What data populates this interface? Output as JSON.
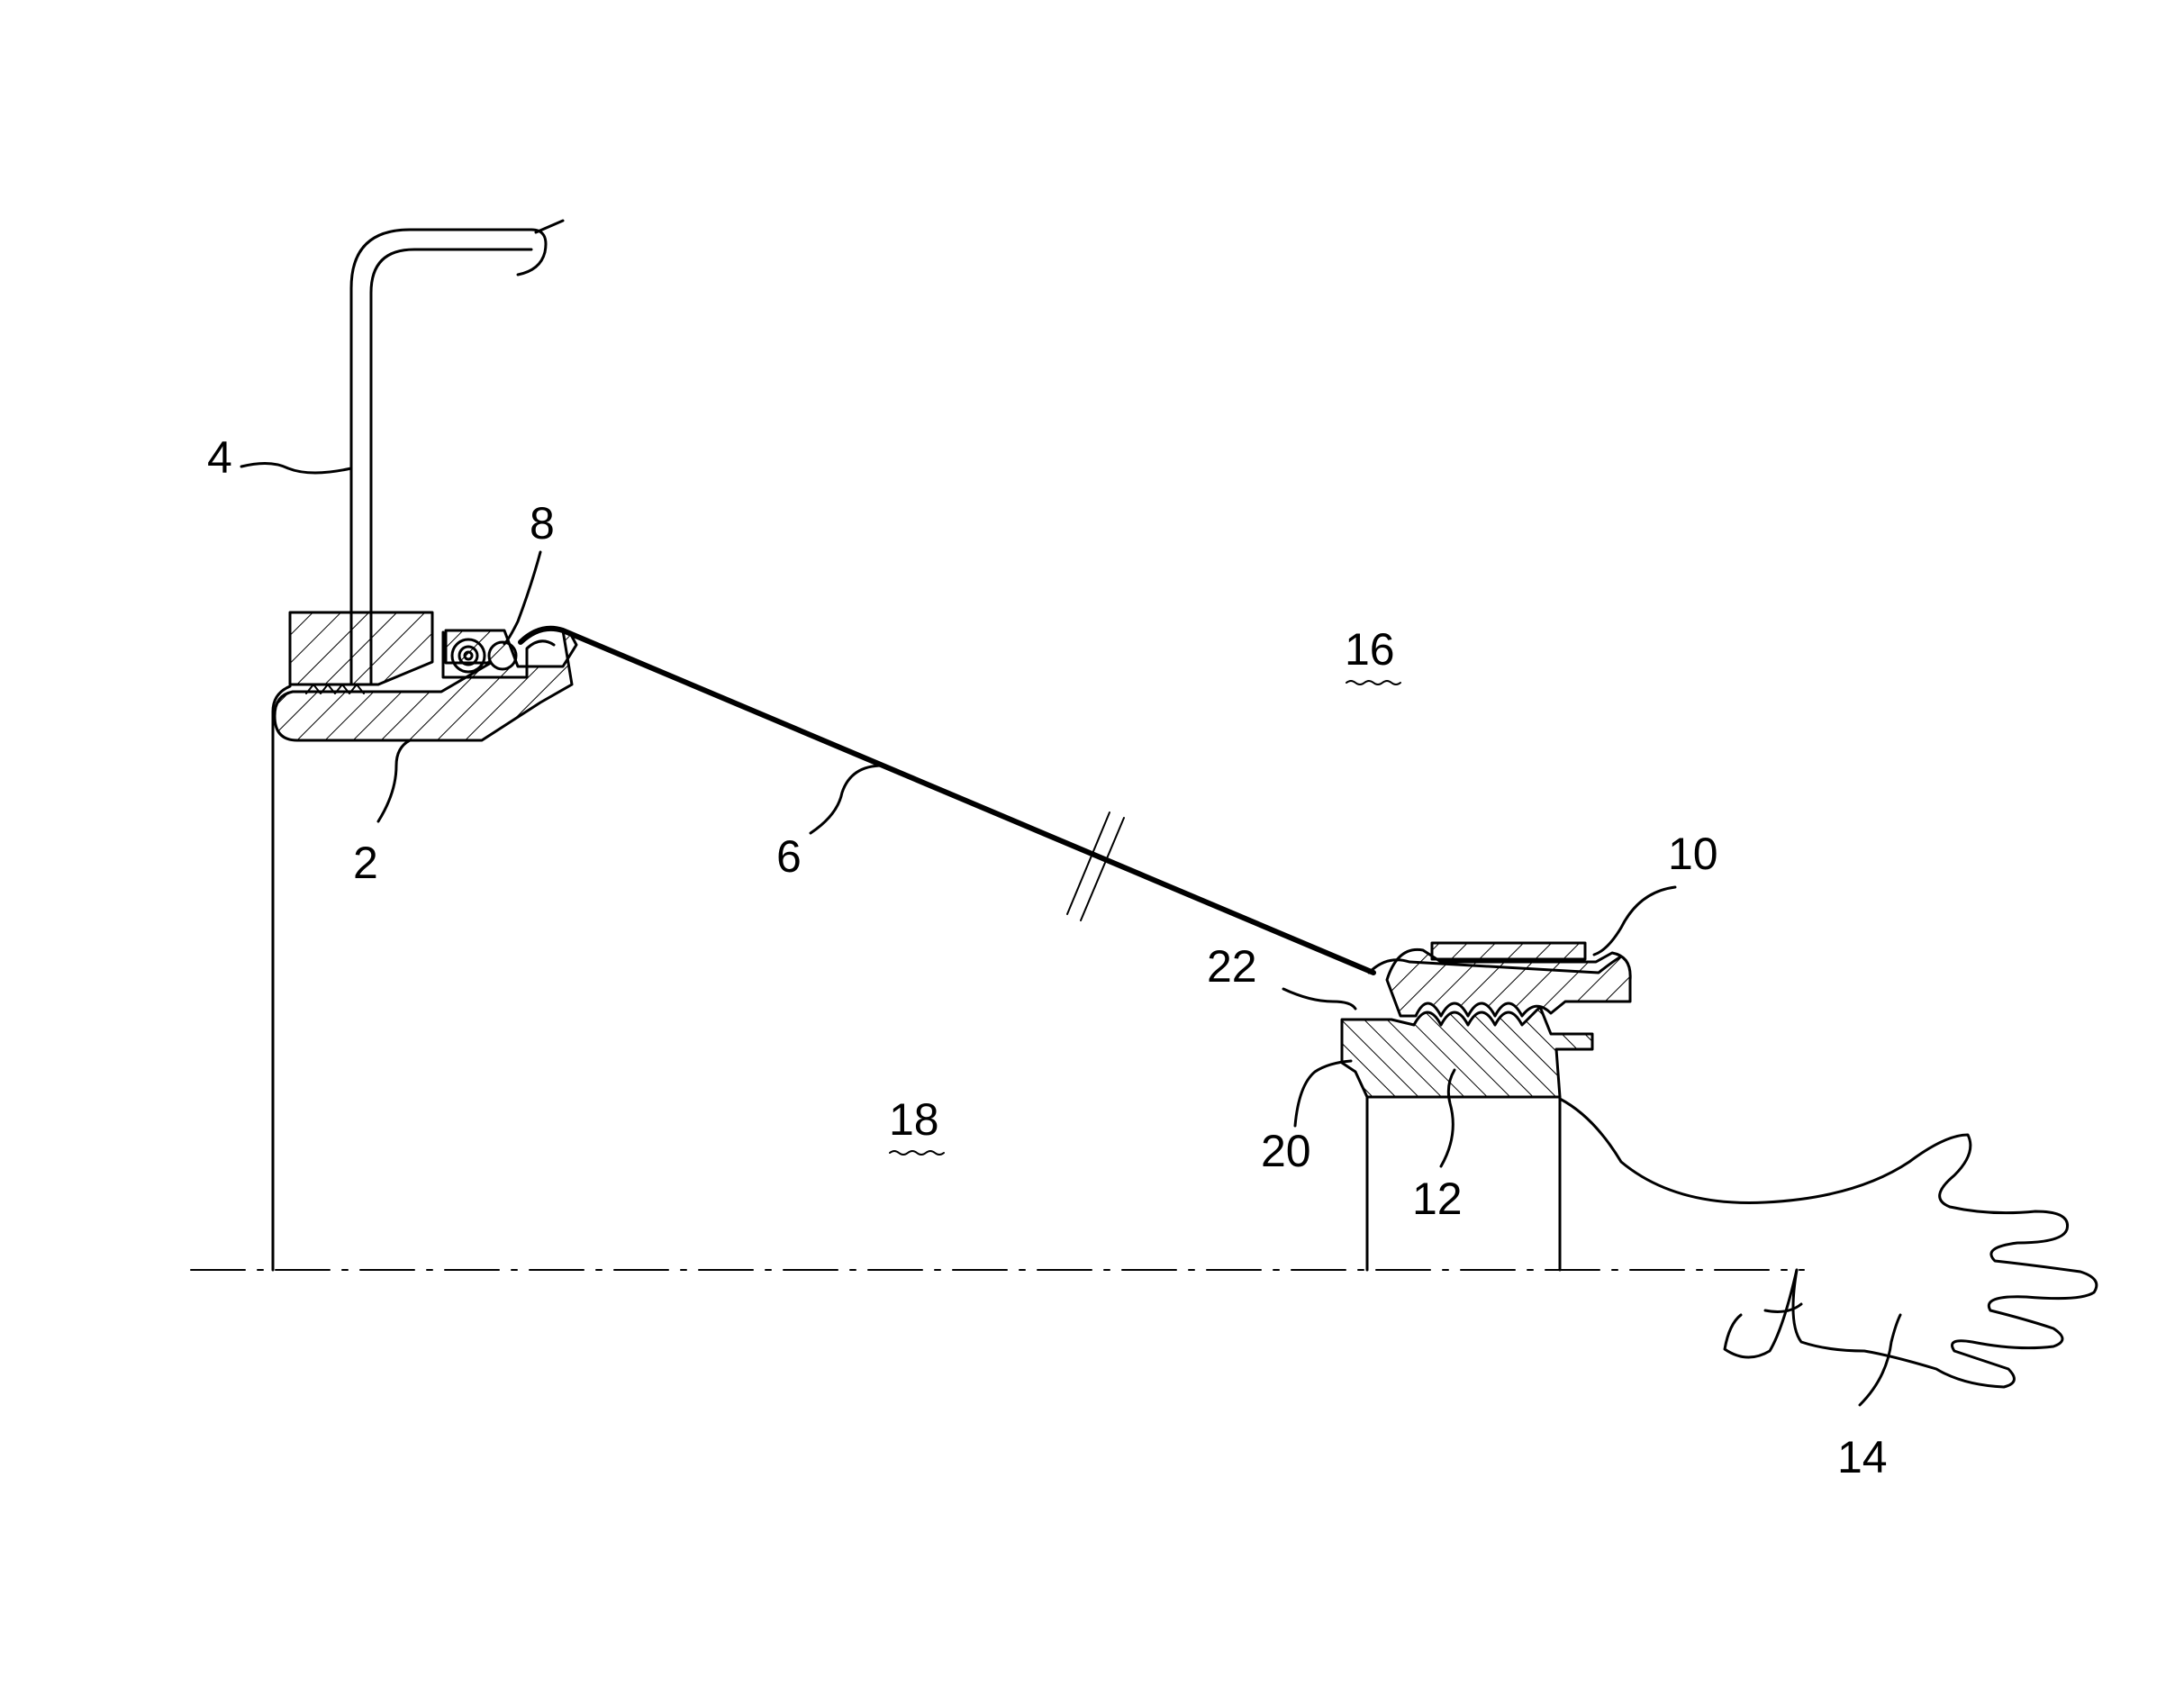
{
  "labels": {
    "ref_2": "2",
    "ref_4": "4",
    "ref_6": "6",
    "ref_8": "8",
    "ref_10": "10",
    "ref_12": "12",
    "ref_14": "14",
    "ref_16": "16",
    "ref_18": "18",
    "ref_20": "20",
    "ref_22": "22"
  },
  "colors": {
    "ink": "#000000",
    "background": "#ffffff"
  }
}
